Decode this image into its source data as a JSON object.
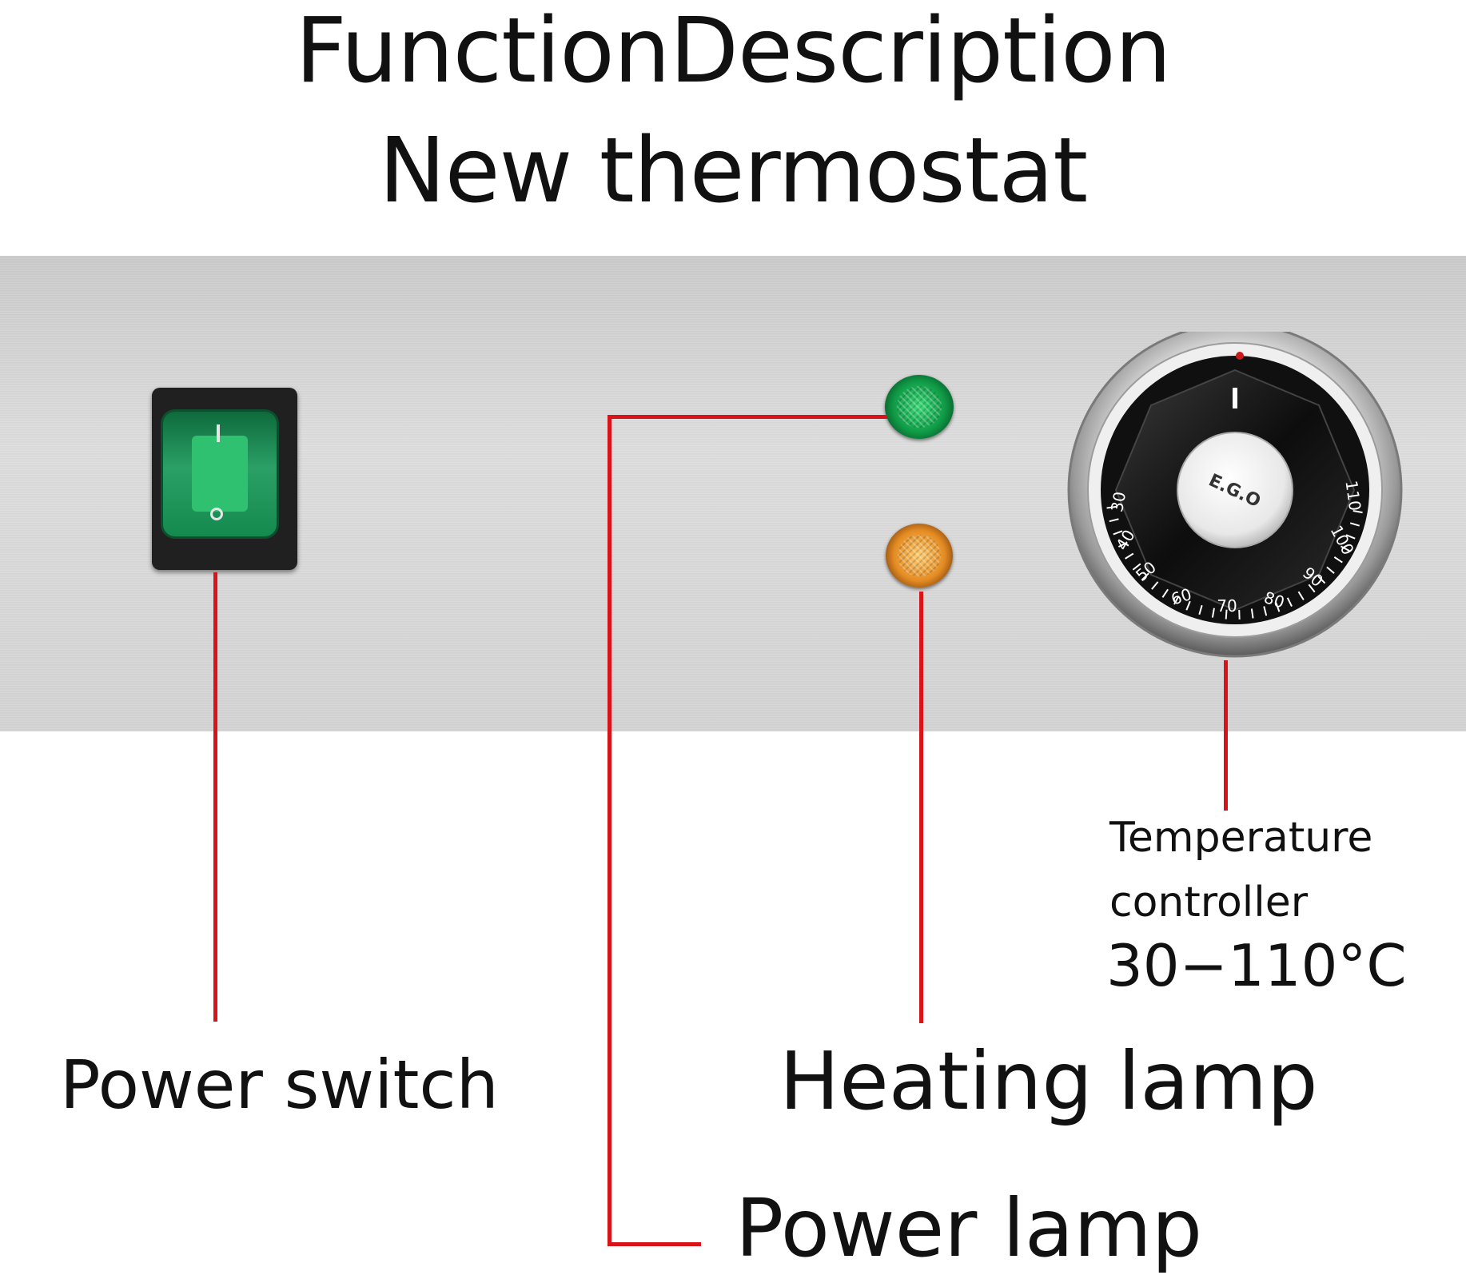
{
  "title": {
    "line1": "FunctionDescription",
    "line2": "New thermostat"
  },
  "labels": {
    "power_switch": "Power switch",
    "heating_lamp": "Heating lamp",
    "power_lamp": "Power lamp",
    "temperature_controller_line1": "Temperature",
    "temperature_controller_line2": "controller",
    "temperature_range": "30−110°C"
  },
  "dial": {
    "scale_labels": [
      "30",
      "40",
      "50",
      "60",
      "70",
      "80",
      "90",
      "100",
      "110"
    ],
    "center_mark": "E.G.O"
  },
  "colors": {
    "leader_line": "#d8141a",
    "switch_green": "#2fc070",
    "power_lamp": "#0f9a46",
    "heating_lamp": "#e48b22",
    "panel": "#d2d2d2"
  },
  "icons": {
    "power_switch": "rocker-switch-icon",
    "power_lamp": "indicator-lamp-icon",
    "heating_lamp": "indicator-lamp-icon",
    "temperature_controller": "dial-knob-icon"
  }
}
